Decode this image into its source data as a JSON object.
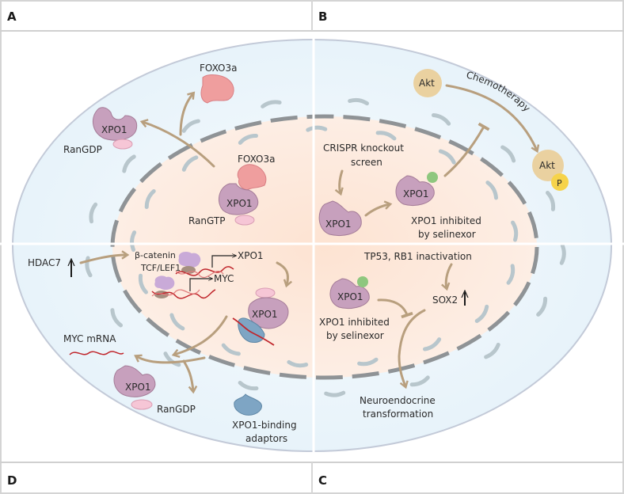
{
  "panels": {
    "A": "A",
    "B": "B",
    "C": "C",
    "D": "D"
  },
  "colors": {
    "cytoplasm": "#eef6fb",
    "nucleus": "#fde6d6",
    "xpo1": "#c7a0bd",
    "foxo3a": "#ef9e9e",
    "ran": "#f6c6d6",
    "akt": "#ead1a0",
    "phospho": "#f6d34a",
    "selinexor": "#8ec77e",
    "adaptor": "#7ea5c4",
    "arrow": "#b89f7e",
    "dna": "#c0262c"
  },
  "panel_a": {
    "foxo3a_cyto": "FOXO3a",
    "xpo1_cyto": "XPO1",
    "rangdp_cyto": "RanGDP",
    "foxo3a_nuc": "FOXO3a",
    "xpo1_nuc": "XPO1",
    "rangtp": "RanGTP"
  },
  "panel_b": {
    "akt": "Akt",
    "chemotherapy": "Chemotherapy",
    "akt_p": "Akt",
    "p": "P",
    "crispr_line1": "CRISPR knockout",
    "crispr_line2": "screen",
    "xpo1_left": "XPO1",
    "xpo1_inhibited": "XPO1",
    "inhibited_line1": "XPO1 inhibited",
    "inhibited_line2": "by selinexor"
  },
  "panel_c": {
    "tp53": "TP53, RB1 inactivation",
    "sox2": "SOX2",
    "xpo1": "XPO1",
    "inhibited_line1": "XPO1 inhibited",
    "inhibited_line2": "by selinexor",
    "neuro_line1": "Neuroendocrine",
    "neuro_line2": "transformation"
  },
  "panel_d": {
    "hdac7": "HDAC7",
    "beta_catenin": "β-catenin",
    "tcf_lef1": "TCF/LEF1",
    "xpo1_gene": "XPO1",
    "myc_gene": "MYC",
    "xpo1_complex": "XPO1",
    "myc_mrna": "MYC mRNA",
    "xpo1_cyto": "XPO1",
    "rangdp": "RanGDP",
    "adaptors_line1": "XPO1-binding",
    "adaptors_line2": "adaptors"
  }
}
